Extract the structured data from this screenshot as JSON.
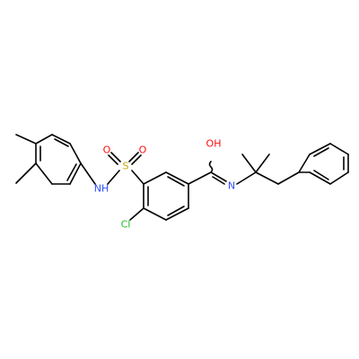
{
  "atoms": {
    "nh": "NH",
    "s": "S",
    "o1": "O",
    "o2": "O",
    "cl": "Cl",
    "oh": "OH",
    "n": "N"
  },
  "colors": {
    "bond": "#000000",
    "N": "#3050F8",
    "S": "#C8A400",
    "O": "#FF0D0D",
    "Cl": "#1FC01F",
    "background": "#ffffff"
  }
}
